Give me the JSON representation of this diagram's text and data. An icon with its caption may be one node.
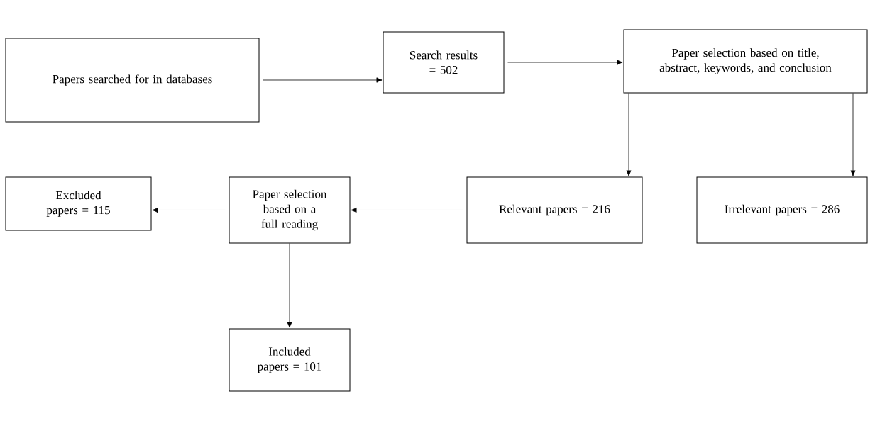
{
  "diagram": {
    "nodes": [
      {
        "text": [
          "Papers searched for in databases"
        ]
      },
      {
        "text": [
          "Search results = 502"
        ]
      },
      {
        "text": [
          "Paper selection based on title, abstract, keywords, and conclusion"
        ]
      },
      {
        "text": [
          "Relevant papers = 216"
        ]
      },
      {
        "text": [
          "Irrelevant papers = 286"
        ]
      },
      {
        "text": [
          "Excluded papers = 115"
        ]
      },
      {
        "text": [
          "Paper selection based on a full reading"
        ]
      },
      {
        "text": [
          "Included papers = 101"
        ]
      }
    ],
    "edges": [
      {
        "from": 0,
        "to": 1,
        "arrow": "to"
      },
      {
        "from": 1,
        "to": 2,
        "arrow": "to"
      },
      {
        "from": 2,
        "to": 3,
        "arrow": "to"
      },
      {
        "from": 2,
        "to": 4,
        "arrow": "to"
      },
      {
        "from": 3,
        "to": 6,
        "arrow": "to"
      },
      {
        "from": 6,
        "to": 5,
        "arrow": "to"
      },
      {
        "from": 6,
        "to": 7,
        "arrow": "to"
      }
    ]
  }
}
